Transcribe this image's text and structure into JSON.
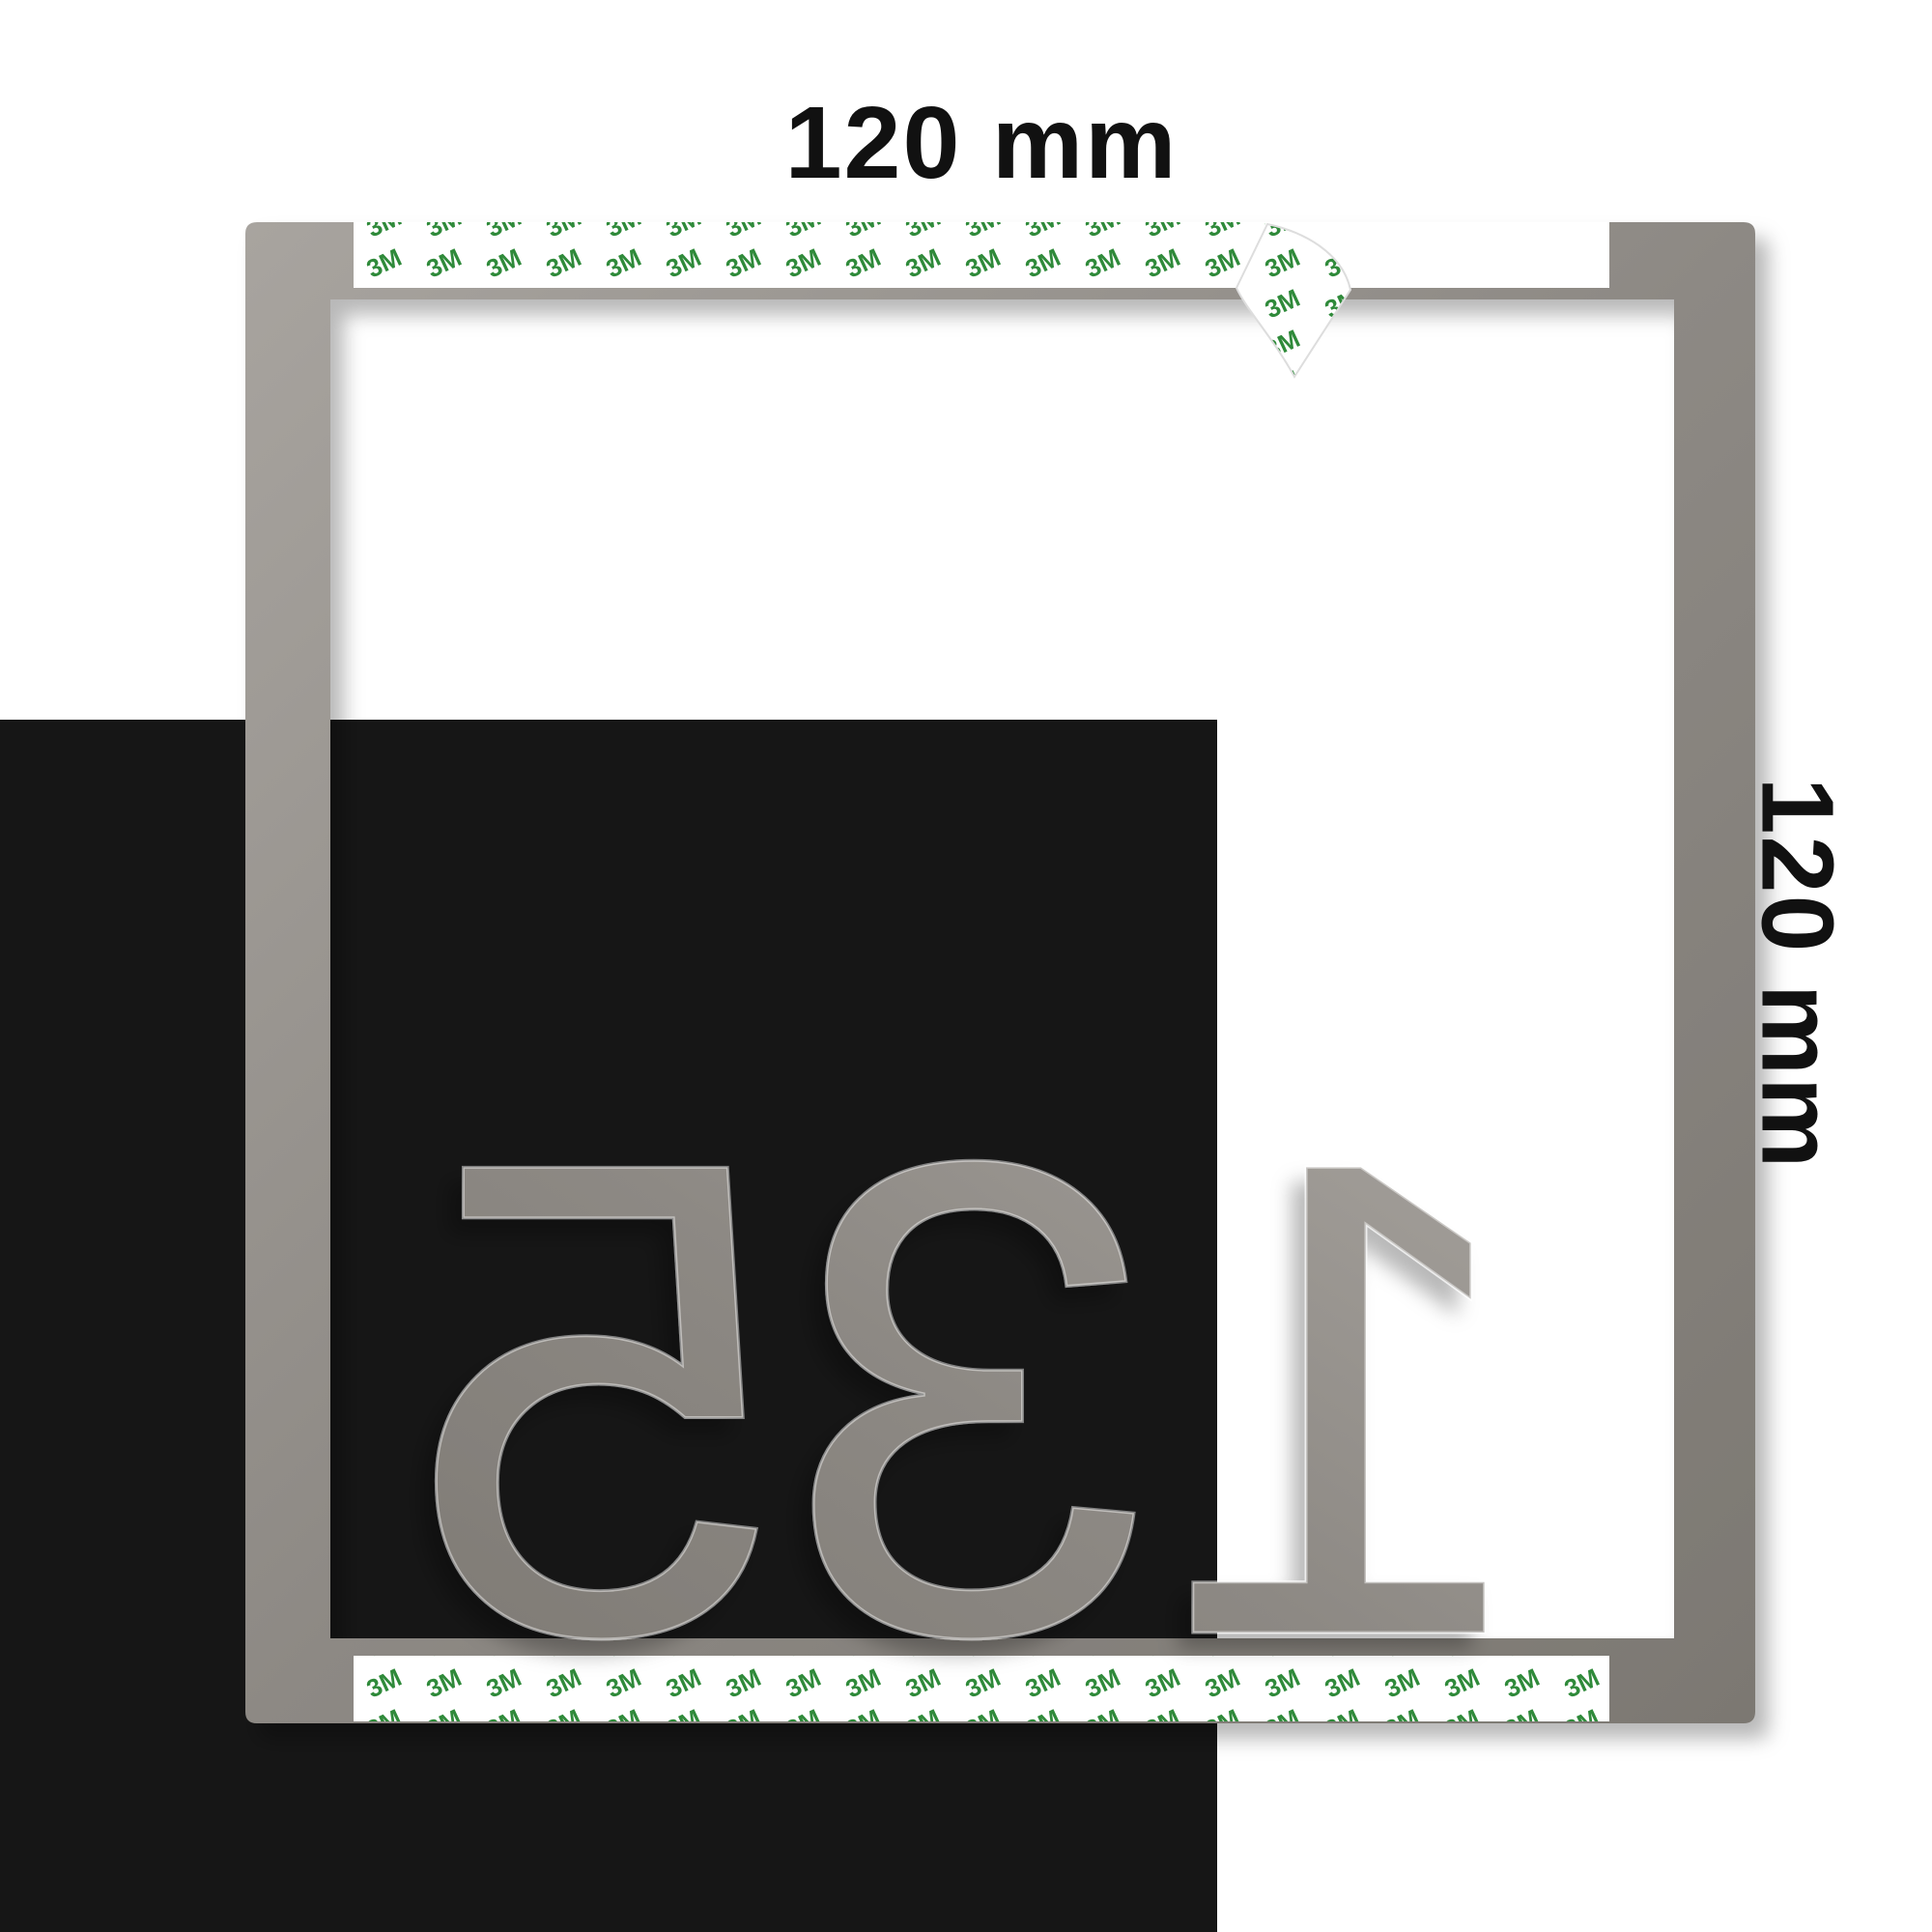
{
  "dimensions": {
    "width_label": "120 mm",
    "height_label": "120 mm"
  },
  "plaque": {
    "number": "135",
    "tape_brand_mark": "3M",
    "colors": {
      "steel": "#8f8b86",
      "background_panel": "#161616",
      "tape_green": "#2f8a3a"
    }
  }
}
